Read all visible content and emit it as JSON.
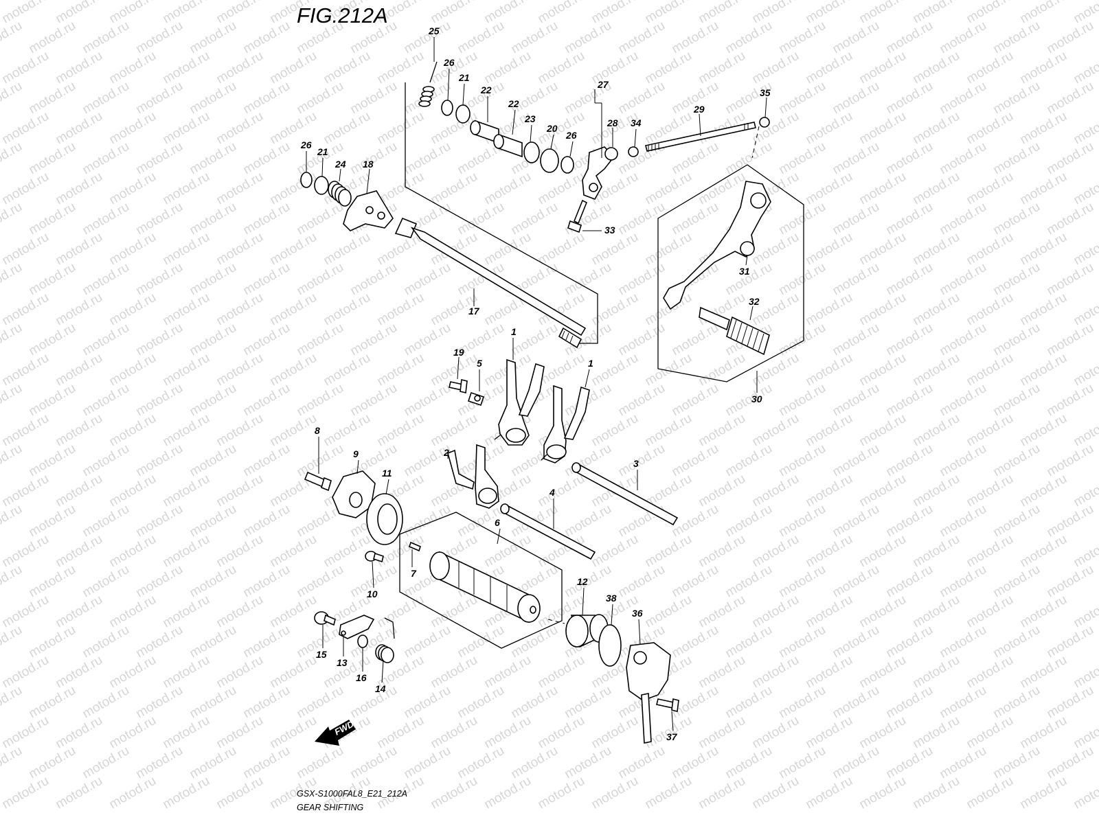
{
  "figure": {
    "title": "FIG.212A",
    "footer_code": "GSX-S1000FAL8_E21_212A",
    "footer_name": "GEAR SHIFTING",
    "direction_label": "FWD",
    "watermark": "motod.ru"
  },
  "callouts": {
    "c1a": "1",
    "c1b": "1",
    "c2": "2",
    "c3": "3",
    "c4": "4",
    "c5": "5",
    "c6": "6",
    "c7": "7",
    "c8": "8",
    "c9": "9",
    "c10": "10",
    "c11": "11",
    "c12": "12",
    "c13": "13",
    "c14": "14",
    "c15": "15",
    "c16": "16",
    "c17": "17",
    "c18": "18",
    "c19": "19",
    "c20": "20",
    "c21a": "21",
    "c21b": "21",
    "c22a": "22",
    "c22b": "22",
    "c23": "23",
    "c24": "24",
    "c25": "25",
    "c26a": "26",
    "c26b": "26",
    "c26c": "26",
    "c27": "27",
    "c28": "28",
    "c29": "29",
    "c30": "30",
    "c31": "31",
    "c32": "32",
    "c33": "33",
    "c34": "34",
    "c35": "35",
    "c36": "36",
    "c37": "37",
    "c38": "38"
  }
}
